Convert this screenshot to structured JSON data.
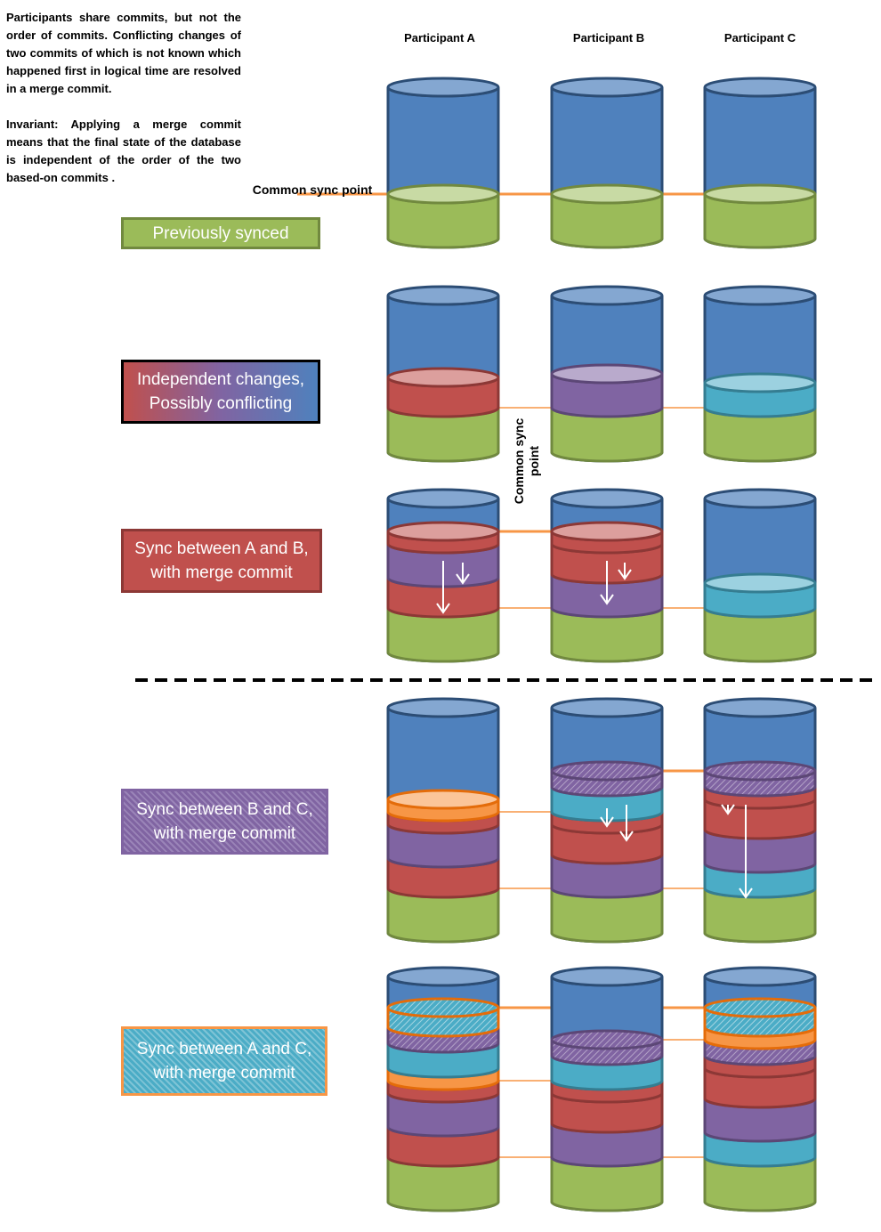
{
  "intro": {
    "paragraph1": "Participants share commits, but not the order of commits. Conflicting changes of two commits of which is not known which happened first in logical time are resolved in a merge commit.",
    "paragraph2": "Invariant: Applying a merge commit means that the final state of the database is independent of the order of the two based-on commits ."
  },
  "participants": [
    "Participant A",
    "Participant B",
    "Participant C"
  ],
  "annotations": {
    "common_sync_point_h": "Common sync point",
    "common_sync_point_v1": "Common sync",
    "common_sync_point_v2": "point"
  },
  "stages": [
    {
      "label": [
        "Previously synced"
      ],
      "stacks": [
        [
          "green"
        ],
        [
          "green"
        ],
        [
          "green"
        ]
      ]
    },
    {
      "label": [
        "Independent changes,",
        "Possibly conflicting"
      ],
      "stacks": [
        [
          "green",
          "red"
        ],
        [
          "green",
          "purple"
        ],
        [
          "green",
          "cyan"
        ]
      ]
    },
    {
      "label": [
        "Sync between A and B,",
        "with merge commit"
      ],
      "stacks": [
        [
          "green",
          "red",
          "purple",
          "redthin"
        ],
        [
          "green",
          "purple",
          "red",
          "redthin"
        ],
        [
          "green",
          "cyan"
        ]
      ]
    },
    {
      "label": [
        "Sync between B and C,",
        "with merge commit"
      ],
      "stacks": [
        [
          "green",
          "red",
          "purple",
          "redthin",
          "orange"
        ],
        [
          "green",
          "purple",
          "red",
          "redthin",
          "cyan",
          "hatchpurple"
        ],
        [
          "green",
          "cyan",
          "purple",
          "red",
          "redthin",
          "hatchpurple"
        ]
      ]
    },
    {
      "label": [
        "Sync between A and C,",
        "with merge commit"
      ],
      "stacks": [
        [
          "green",
          "red",
          "purple",
          "redthin",
          "orange",
          "cyan",
          "hatchpurple",
          "hatchorange"
        ],
        [
          "green",
          "purple",
          "red",
          "redthin",
          "cyan",
          "hatchpurple"
        ],
        [
          "green",
          "cyan",
          "purple",
          "red",
          "redthin",
          "hatchpurple",
          "orange",
          "hatchorange"
        ]
      ]
    }
  ],
  "colors": {
    "blue_fill": "#4f81bd",
    "blue_stroke": "#2c4d75",
    "green_fill": "#9bbb59",
    "green_stroke": "#71893f",
    "red_fill": "#c0504d",
    "red_stroke": "#8c3836",
    "purple_fill": "#8064a2",
    "purple_stroke": "#5c4776",
    "cyan_fill": "#4bacc6",
    "cyan_stroke": "#357d91",
    "orange_fill": "#f79646",
    "orange_stroke": "#e46c0a",
    "sync_line": "#f79646",
    "divider": "#000000"
  }
}
